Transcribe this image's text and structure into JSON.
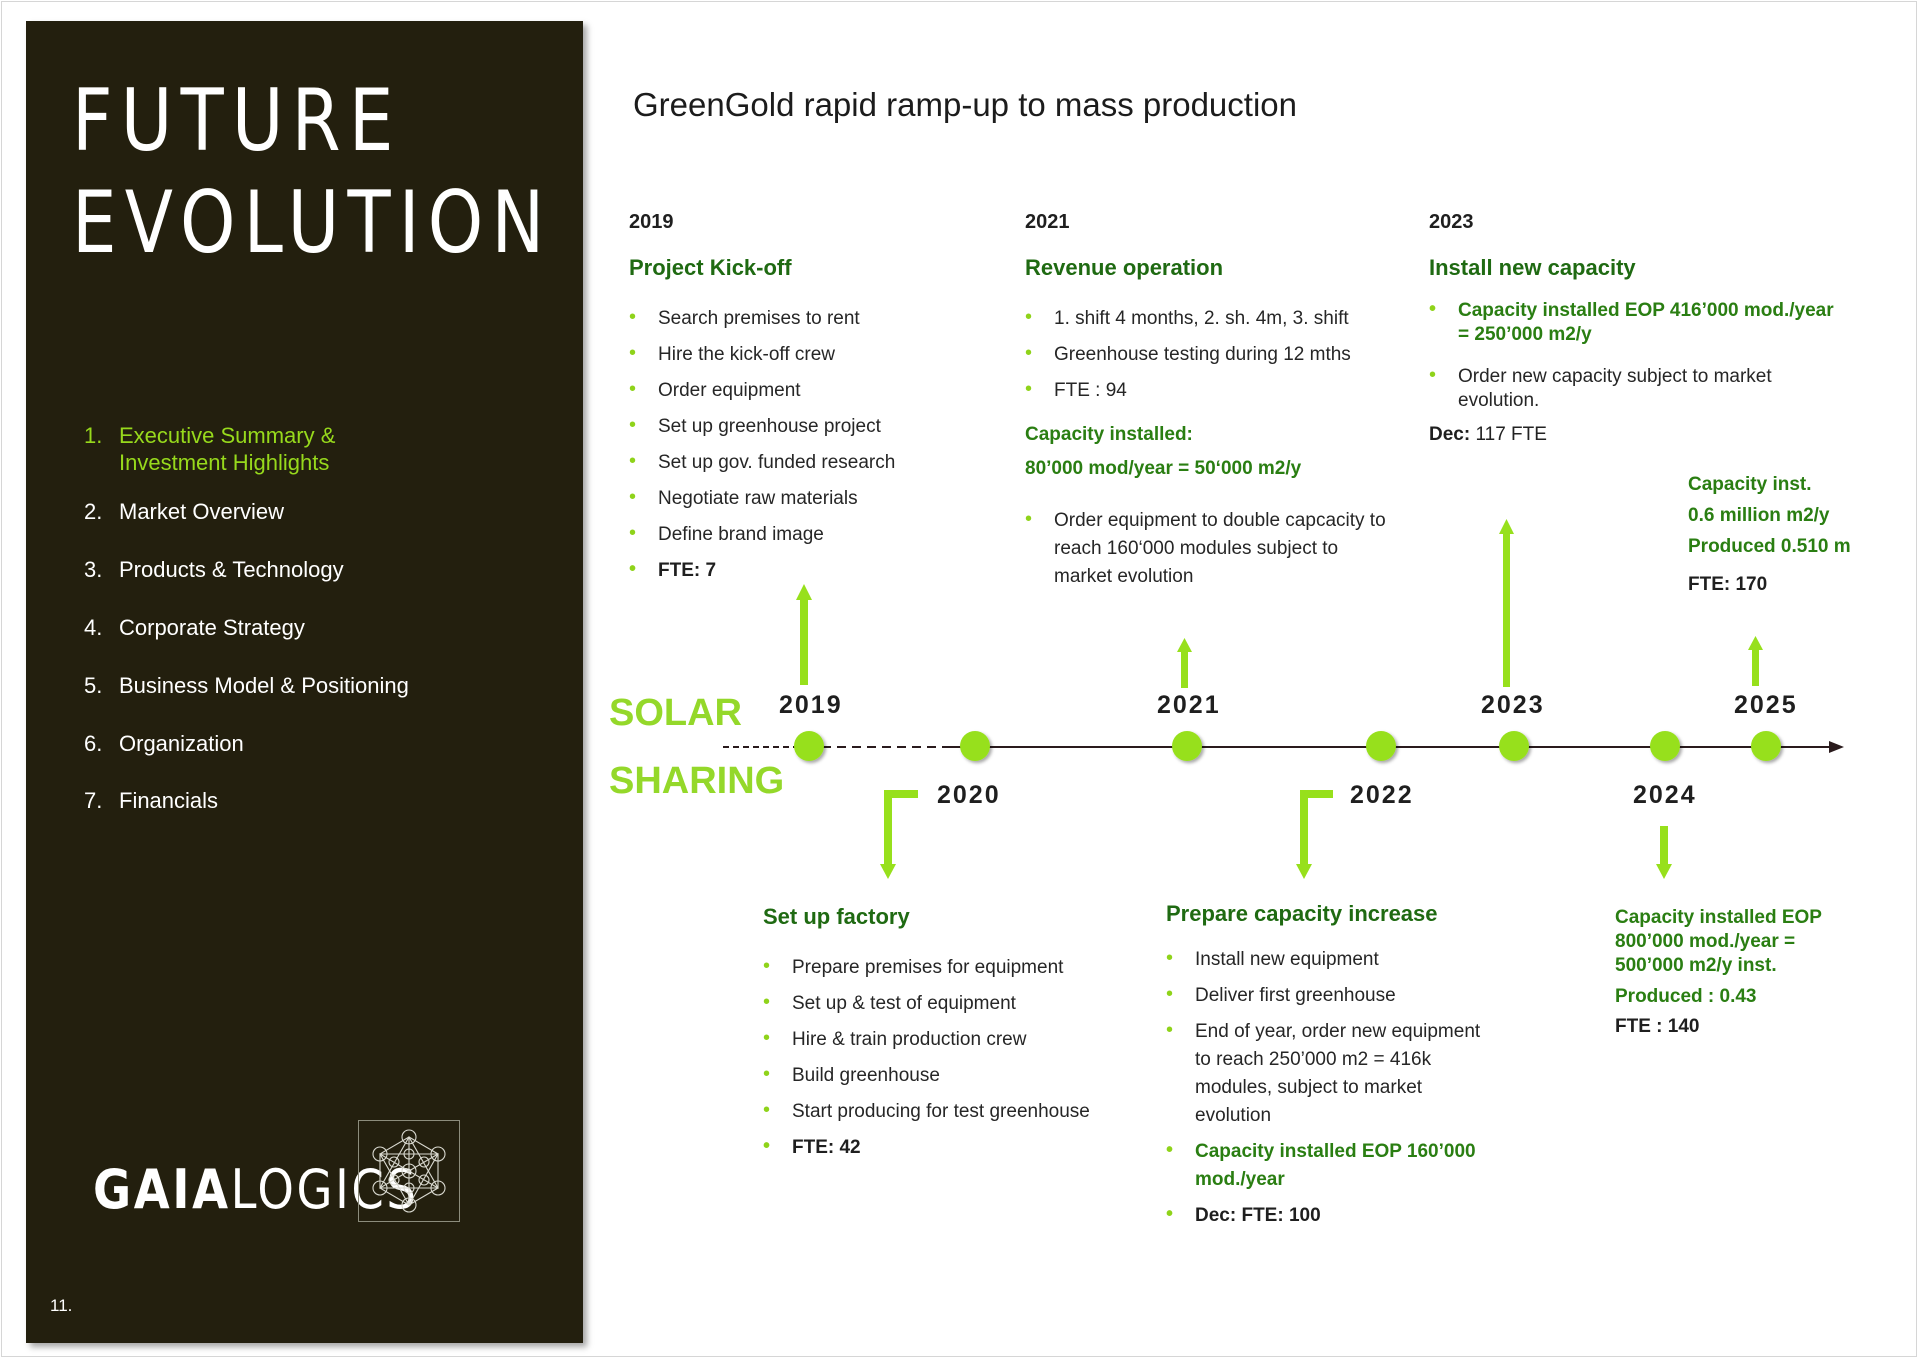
{
  "sidebar": {
    "title_line1": "FUTURE",
    "title_line2": "EVOLUTION",
    "toc": [
      {
        "num": "1.",
        "label": "Executive Summary & Investment Highlights"
      },
      {
        "num": "2.",
        "label": "Market Overview"
      },
      {
        "num": "3.",
        "label": "Products & Technology"
      },
      {
        "num": "4.",
        "label": "Corporate Strategy"
      },
      {
        "num": "5.",
        "label": "Business Model & Positioning"
      },
      {
        "num": "6.",
        "label": "Organization"
      },
      {
        "num": "7.",
        "label": "Financials"
      }
    ],
    "logo_bold": "GAIA",
    "logo_light": "LOGICS",
    "page_number": "11."
  },
  "colors": {
    "sidebar_bg": "#231f0e",
    "accent_green": "#97d91c",
    "dark_green_text": "#2a7e12",
    "timeline_line": "#2a1b1d"
  },
  "slide_title": "GreenGold rapid ramp-up to mass production",
  "timeline_label_1": "SOLAR",
  "timeline_label_2": "SHARING",
  "timeline_years": [
    "2019",
    "2020",
    "2021",
    "2022",
    "2023",
    "2024",
    "2025"
  ],
  "y2019": {
    "year": "2019",
    "title": "Project Kick-off",
    "items": [
      "Search premises to rent",
      "Hire the kick-off crew",
      "Order equipment",
      "Set up greenhouse project",
      "Set up gov. funded research",
      "Negotiate raw materials",
      "Define brand image",
      "FTE:  7"
    ]
  },
  "y2021": {
    "year": "2021",
    "title": "Revenue operation",
    "items": [
      "1. shift 4 months, 2. sh. 4m, 3. shift",
      "Greenhouse testing during 12 mths",
      "FTE : 94"
    ],
    "capacity_label": "Capacity installed:",
    "capacity_value": "80’000 mod/year = 50‘000 m2/y",
    "items2": [
      "Order equipment to double capcacity to reach 160‘000 modules subject to market evolution"
    ]
  },
  "y2023": {
    "year": "2023",
    "title": "Install new capacity",
    "items": [
      "Capacity installed EOP 416’000 mod./year = 250’000 m2/y",
      "Order new capacity subject to market evolution."
    ],
    "dec_label": "Dec:",
    "dec_value": "117 FTE"
  },
  "y2025": {
    "lines": [
      "Capacity inst.",
      "0.6 million m2/y",
      "Produced 0.510 m"
    ],
    "fte": "FTE: 170"
  },
  "y2020": {
    "title": "Set up factory",
    "items": [
      "Prepare premises for equipment",
      "Set up & test of equipment",
      "Hire & train production crew",
      "Build greenhouse",
      "Start producing for test greenhouse",
      "FTE: 42"
    ]
  },
  "y2022": {
    "title": "Prepare capacity increase",
    "items": [
      "Install new equipment",
      "Deliver first greenhouse",
      "End of year, order new equipment to reach 250’000 m2 = 416k modules, subject to market evolution",
      "Capacity installed EOP 160’000 mod./year",
      "Dec: FTE: 100"
    ]
  },
  "y2024": {
    "lines": [
      "Capacity installed EOP 800’000 mod./year = 500’000 m2/y inst.",
      "Produced : 0.43"
    ],
    "fte": "FTE : 140"
  }
}
